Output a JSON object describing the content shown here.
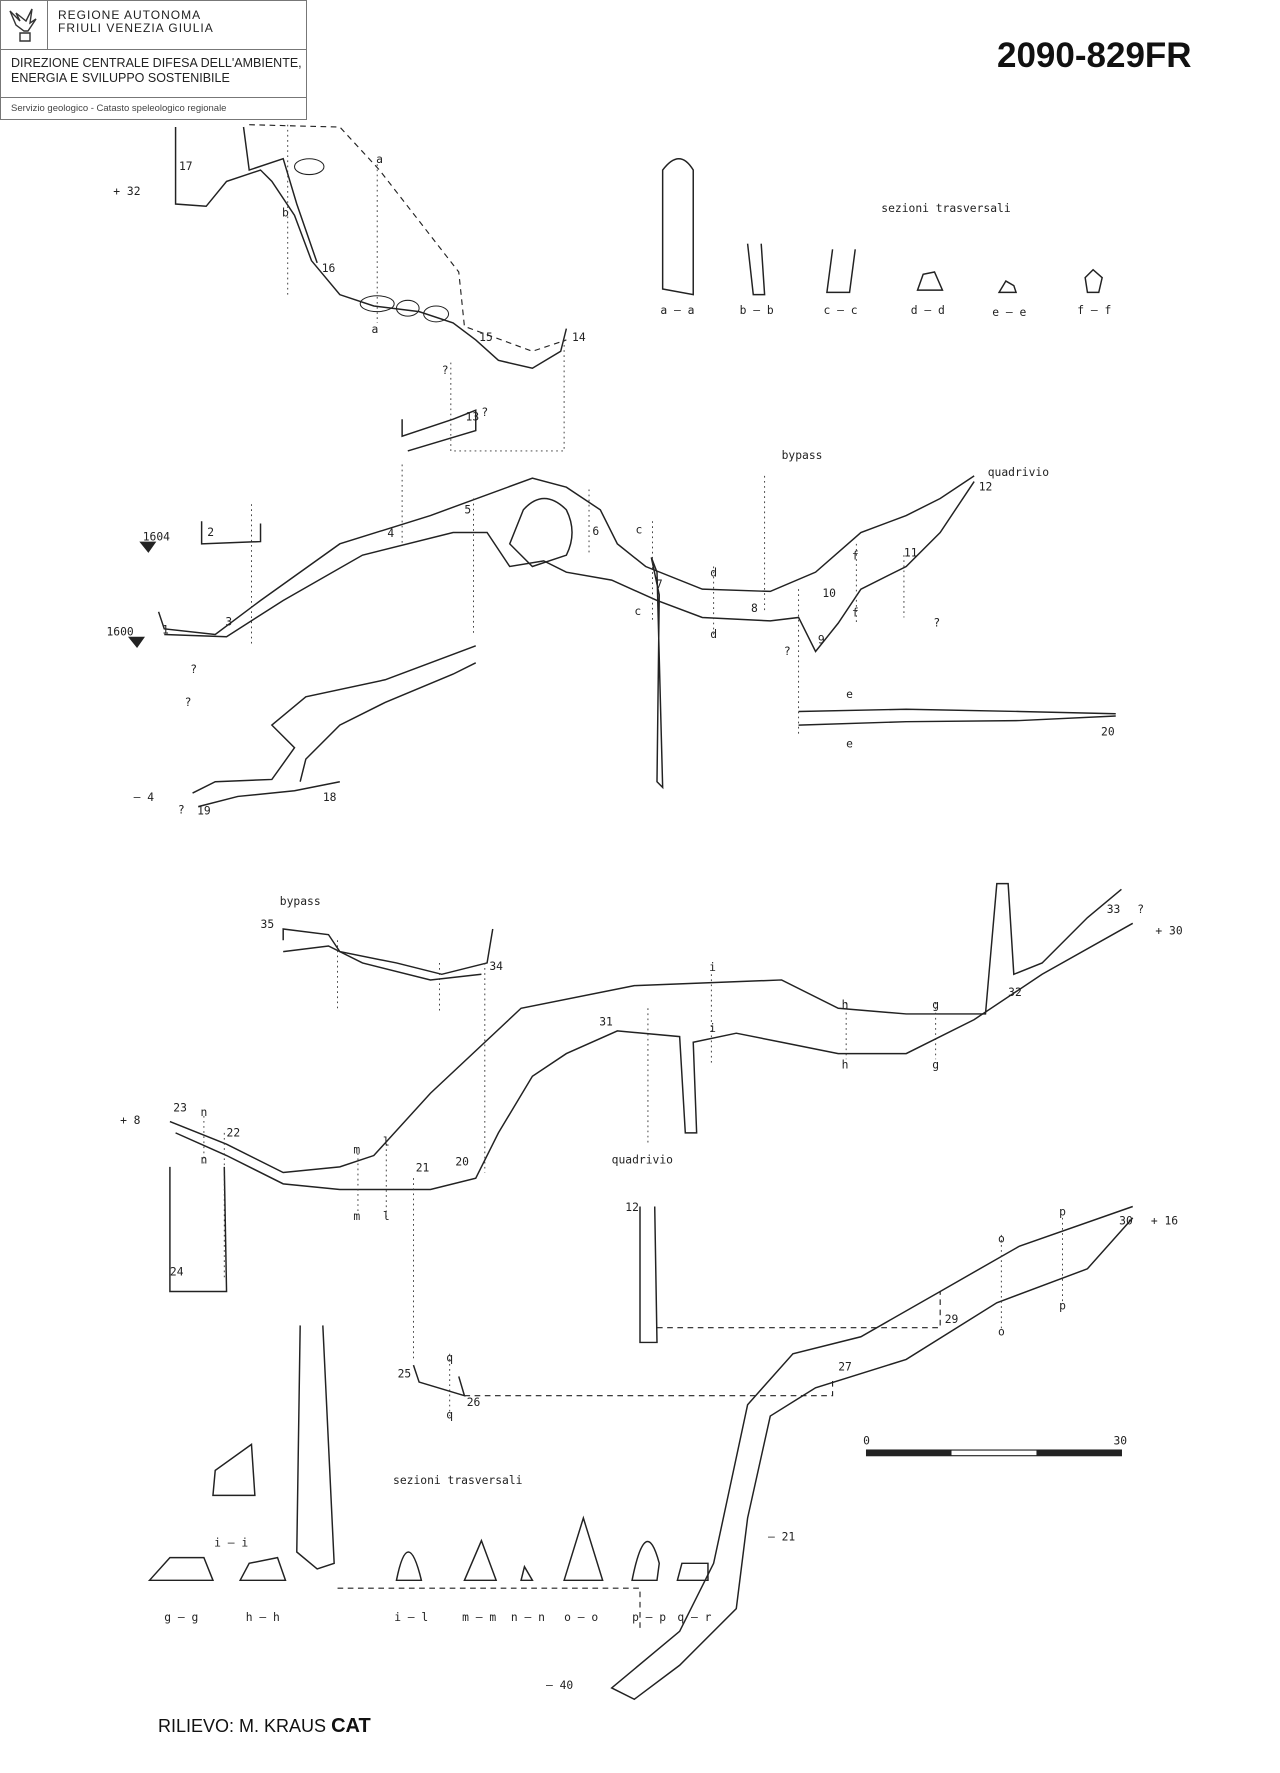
{
  "header": {
    "region_line1": "REGIONE AUTONOMA",
    "region_line2": "FRIULI VENEZIA GIULIA",
    "directorate_line1": "DIREZIONE CENTRALE DIFESA DELL'AMBIENTE,",
    "directorate_line2": "ENERGIA E SVILUPPO SOSTENIBILE",
    "service": "Servizio geologico - Catasto speleologico regionale"
  },
  "cave_code": "2090-829FR",
  "credit": {
    "prefix": "RILIEVO: M. KRAUS",
    "org": "CAT"
  },
  "titles": {
    "sections_top": "sezioni trasversali",
    "sections_bottom": "sezioni trasversali"
  },
  "sections_top": [
    "a — a",
    "b — b",
    "c — c",
    "d — d",
    "e — e",
    "f — f"
  ],
  "sections_bottom": [
    "i — i",
    "g — g",
    "h — h",
    "i — l",
    "m — m",
    "n — n",
    "o — o",
    "p — p",
    "q — r"
  ],
  "depths": [
    "+ 32",
    "1604",
    "1600",
    "— 4",
    "+ 30",
    "+ 8",
    "+ 16",
    "— 21",
    "— 40"
  ],
  "notes": [
    "bypass",
    "quadrivio",
    "bypass",
    "quadrivio"
  ],
  "scale": {
    "min": "0",
    "max": "30"
  },
  "stations": [
    "17",
    "16",
    "15",
    "14",
    "13",
    "12",
    "2",
    "4",
    "5",
    "6",
    "7",
    "8",
    "11",
    "10",
    "9",
    "1",
    "3",
    "19",
    "18",
    "20",
    "35",
    "34",
    "33",
    "32",
    "31",
    "23",
    "22",
    "21",
    "20",
    "24",
    "12",
    "30",
    "29",
    "25",
    "26",
    "27"
  ],
  "section_marks": [
    "a",
    "a",
    "b",
    "c",
    "c",
    "d",
    "d",
    "f",
    "f",
    "e",
    "e",
    "h",
    "h",
    "g",
    "g",
    "i",
    "i",
    "n",
    "n",
    "m",
    "m",
    "l",
    "l",
    "p",
    "p",
    "o",
    "o",
    "q",
    "q"
  ],
  "unknowns": [
    "?",
    "?",
    "?",
    "?",
    "?",
    "?",
    "?",
    "?"
  ]
}
